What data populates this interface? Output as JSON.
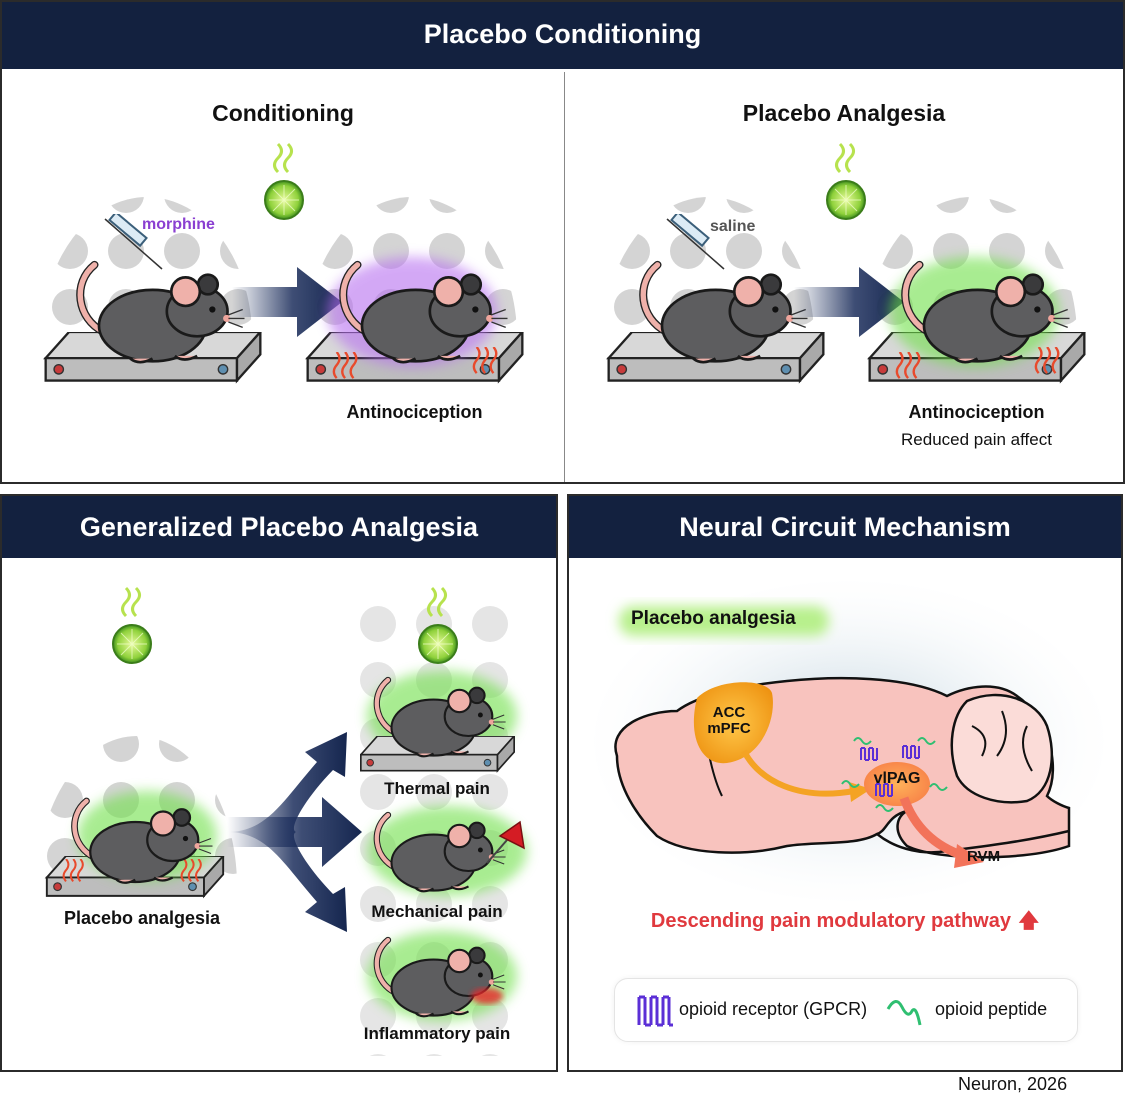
{
  "top_panel": {
    "header": "Placebo Conditioning",
    "left": {
      "title": "Conditioning",
      "injection_label": "morphine",
      "result_label": "Antinociception"
    },
    "right": {
      "title": "Placebo Analgesia",
      "injection_label": "saline",
      "result_label": "Antinociception",
      "result_sublabel": "Reduced pain affect"
    }
  },
  "bottom_left_panel": {
    "header": "Generalized Placebo Analgesia",
    "source_label": "Placebo analgesia",
    "outcomes": [
      {
        "label": "Thermal pain"
      },
      {
        "label": "Mechanical pain"
      },
      {
        "label": "Inflammatory pain"
      }
    ]
  },
  "bottom_right_panel": {
    "header": "Neural Circuit Mechanism",
    "glow_label": "Placebo analgesia",
    "regions": {
      "acc": "ACC",
      "mpfc": "mPFC",
      "vlpag": "vlPAG",
      "rvm": "RVM"
    },
    "pathway_label": "Descending pain modulatory pathway",
    "legend": [
      {
        "icon": "gpcr-icon",
        "label": "opioid receptor (GPCR)"
      },
      {
        "icon": "peptide-icon",
        "label": "opioid peptide"
      }
    ]
  },
  "citation": "Neuron, 2026",
  "colors": {
    "header_bg": "#13213f",
    "morphine": "#8a3fd1",
    "saline": "#555555",
    "pathway_red": "#e0393e",
    "receptor_purple": "#5b2fd6",
    "peptide_green": "#2fbf71",
    "brain_pink": "#f7b8b4",
    "acc_orange": "#f3a11c"
  }
}
